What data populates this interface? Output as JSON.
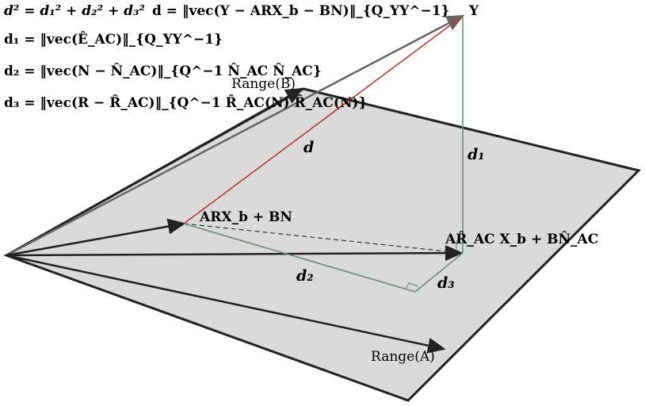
{
  "equations": {
    "eq_d2": "d² = d₁² + d₂² + d₃²",
    "eq_d": "d = ‖vec(Y − ARX_b − BN)‖_{Q_YY^−1}",
    "eq_d1": "d₁ = ‖vec(Ê_AC)‖_{Q_YY^−1}",
    "eq_d2_def": "d₂ = ‖vec(N − N̂_AC)‖_{Q^−1 N̂_AC N̂_AC}",
    "eq_d3_def": "d₃ = ‖vec(R − R̂_AC)‖_{Q^−1 R̂_AC(N) R̂_AC(N)}"
  },
  "labels": {
    "range_b": "Range(B)",
    "range_a": "Range(A)",
    "point_y": "Y",
    "point_arxb": "ARX_b + BN",
    "point_arhat": "AR̂_AC X_b + BN̂_AC",
    "seg_d": "d",
    "seg_d1": "d₁",
    "seg_d2": "d₂",
    "seg_d3": "d₃"
  },
  "colors": {
    "plane_fill": "#dadada",
    "plane_edge": "#222222",
    "vector_dark": "#222222",
    "vector_gray": "#777777",
    "distance_red": "#c0392b",
    "perp_green": "#6a8c7a"
  }
}
